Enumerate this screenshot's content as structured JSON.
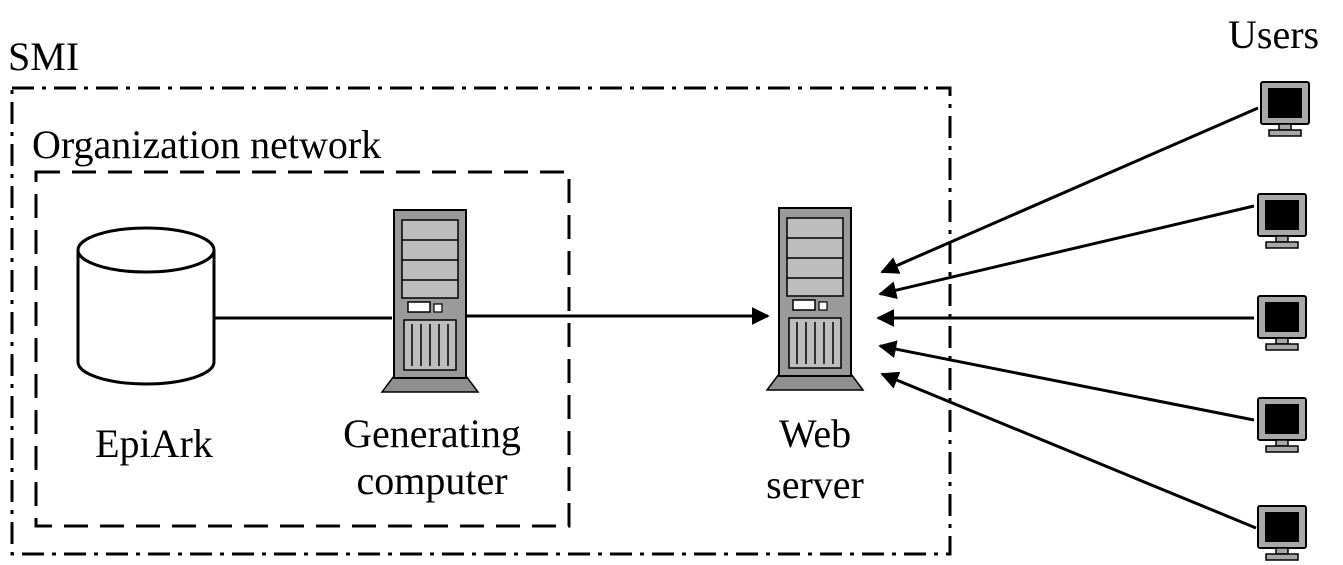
{
  "labels": {
    "smi": "SMI",
    "organization_network": "Organization network",
    "users": "Users",
    "epiark": "EpiArk",
    "generating_line1": "Generating",
    "generating_line2": "computer",
    "web_line1": "Web",
    "web_line2": "server"
  },
  "nodes": {
    "database": {
      "icon": "database-cylinder-icon"
    },
    "generating_computer": {
      "icon": "server-tower-icon"
    },
    "web_server": {
      "icon": "server-tower-icon"
    },
    "user_terminals": {
      "icon": "computer-monitor-icon",
      "count": 5
    }
  },
  "colors": {
    "line": "#000000",
    "server_body": "#9a9a9a",
    "server_panel": "#bdbdbd",
    "monitor_screen": "#000000",
    "monitor_frame": "#a8a8a8"
  }
}
